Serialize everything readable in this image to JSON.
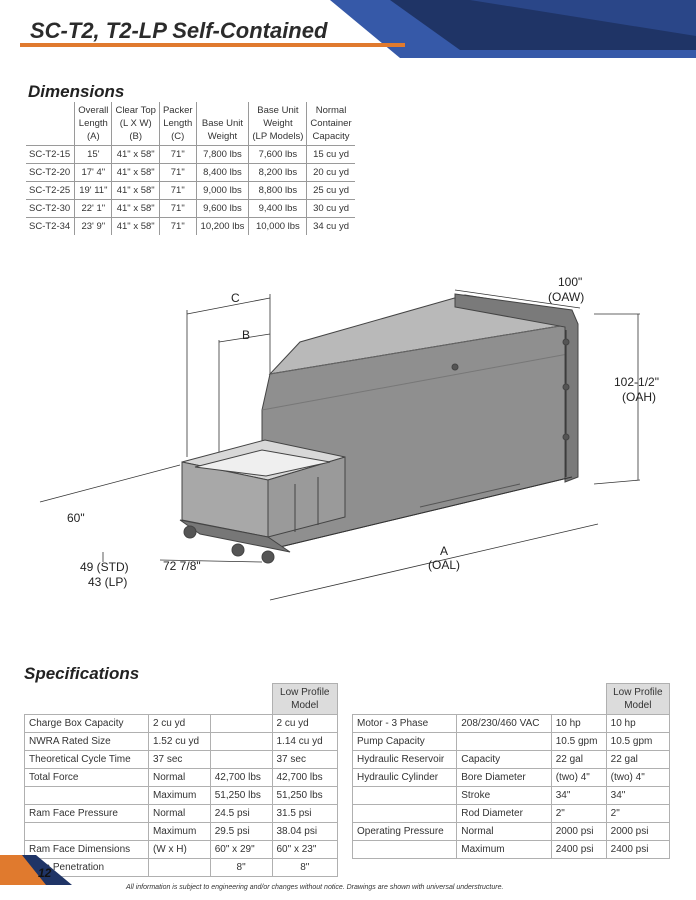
{
  "header": {
    "title": "SC-T2, T2-LP Self-Contained",
    "accent_color": "#e07a2e",
    "navy_color": "#1f3466",
    "blue_color": "#3659a8"
  },
  "dimensions": {
    "title": "Dimensions",
    "headers": [
      [
        "Overall",
        "Length",
        "(A)"
      ],
      [
        "Clear Top",
        "(L X W)",
        "(B)"
      ],
      [
        "Packer",
        "Length",
        "(C)"
      ],
      [
        "Base Unit",
        "Weight",
        ""
      ],
      [
        "Base Unit",
        "Weight",
        "(LP Models)"
      ],
      [
        "Normal",
        "Container",
        "Capacity"
      ]
    ],
    "rows": [
      [
        "SC-T2-15",
        "15'",
        "41\" x 58\"",
        "71\"",
        "7,800 lbs",
        "7,600 lbs",
        "15 cu yd"
      ],
      [
        "SC-T2-20",
        "17' 4\"",
        "41\" x 58\"",
        "71\"",
        "8,400 lbs",
        "8,200 lbs",
        "20 cu yd"
      ],
      [
        "SC-T2-25",
        "19' 11\"",
        "41\" x 58\"",
        "71\"",
        "9,000 lbs",
        "8,800 lbs",
        "25 cu yd"
      ],
      [
        "SC-T2-30",
        "22' 1\"",
        "41\" x 58\"",
        "71\"",
        "9,600 lbs",
        "9,400 lbs",
        "30 cu yd"
      ],
      [
        "SC-T2-34",
        "23' 9\"",
        "41\" x 58\"",
        "71\"",
        "10,200 lbs",
        "10,000 lbs",
        "34 cu yd"
      ]
    ]
  },
  "drawing": {
    "label_c": "C",
    "label_b": "B",
    "width": [
      "100\"",
      "(OAW)"
    ],
    "height": [
      "102-1/2\"",
      "(OAH)"
    ],
    "charge_width": "60\"",
    "charge_height": [
      "49 (STD)",
      "43 (LP)"
    ],
    "charge_length": "72 7/8\"",
    "overall_length": [
      "A",
      "(OAL)"
    ]
  },
  "specifications": {
    "title": "Specifications",
    "lp_header": [
      "Low Profile",
      "Model"
    ],
    "left_rows": [
      [
        "Charge Box Capacity",
        "2 cu yd",
        "",
        "2 cu yd"
      ],
      [
        "NWRA Rated Size",
        "1.52 cu yd",
        "",
        "1.14 cu yd"
      ],
      [
        "Theoretical Cycle Time",
        "37 sec",
        "",
        "37 sec"
      ],
      [
        "Total Force",
        "Normal",
        "42,700 lbs",
        "42,700 lbs"
      ],
      [
        "",
        "Maximum",
        "51,250 lbs",
        "51,250 lbs"
      ],
      [
        "Ram Face Pressure",
        "Normal",
        "24.5 psi",
        "31.5 psi"
      ],
      [
        "",
        "Maximum",
        "29.5 psi",
        "38.04 psi"
      ],
      [
        "Ram Face Dimensions",
        "(W x H)",
        "60\" x 29\"",
        "60\" x 23\""
      ],
      [
        "Ram Penetration",
        "",
        "8\"",
        "8\""
      ]
    ],
    "right_rows": [
      [
        "Motor - 3 Phase",
        "208/230/460 VAC",
        "10 hp",
        "10 hp"
      ],
      [
        "Pump Capacity",
        "",
        "10.5 gpm",
        "10.5 gpm"
      ],
      [
        "Hydraulic Reservoir",
        "Capacity",
        "22 gal",
        "22 gal"
      ],
      [
        "Hydraulic Cylinder",
        "Bore Diameter",
        "(two) 4\"",
        "(two) 4\""
      ],
      [
        "",
        "Stroke",
        "34\"",
        "34\""
      ],
      [
        "",
        "Rod Diameter",
        "2\"",
        "2\""
      ],
      [
        "Operating Pressure",
        "Normal",
        "2000 psi",
        "2000 psi"
      ],
      [
        "",
        "Maximum",
        "2400 psi",
        "2400 psi"
      ]
    ]
  },
  "footer": {
    "page_number": "12",
    "note": "All information is subject to engineering and/or changes without notice. Drawings are shown with universal understructure."
  }
}
